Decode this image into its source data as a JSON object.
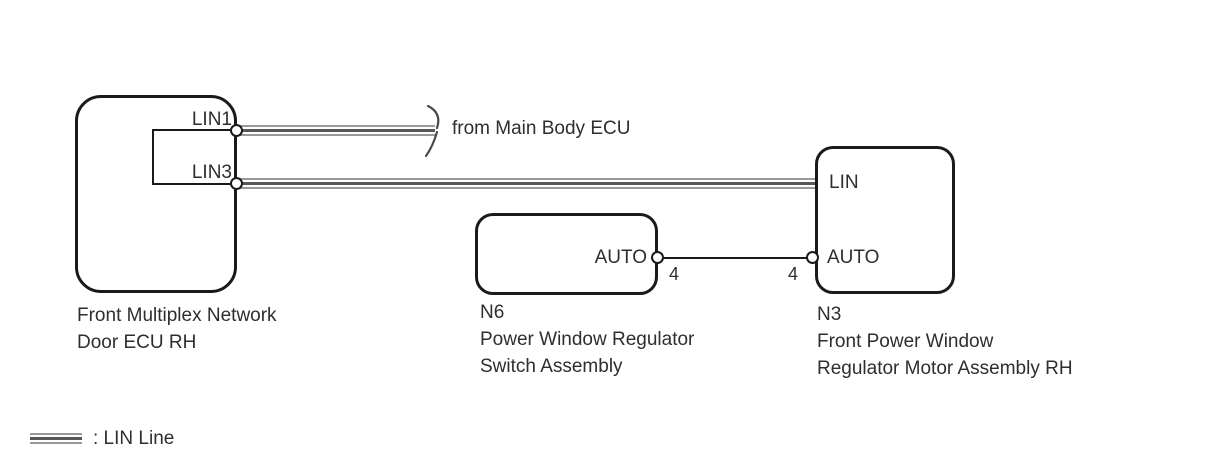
{
  "colors": {
    "ink": "#1a1a1a",
    "text": "#2e2e2e",
    "wire_outer": "#9a9a9a",
    "wire_core": "#585858"
  },
  "components": {
    "door_ecu": {
      "pins": [
        "LIN1",
        "LIN3"
      ],
      "label_lines": [
        "Front Multiplex Network",
        "Door ECU RH"
      ]
    },
    "switch": {
      "pins": [
        "AUTO"
      ],
      "label_lines": [
        "N6",
        "Power Window Regulator",
        "Switch Assembly"
      ]
    },
    "motor": {
      "pins": [
        "LIN",
        "AUTO"
      ],
      "label_lines": [
        "N3",
        "Front Power Window",
        "Regulator Motor Assembly RH"
      ]
    }
  },
  "annotations": {
    "from_main_body_ecu": "from Main Body ECU",
    "switch_auto_pin_number": "4",
    "motor_auto_pin_number": "4"
  },
  "legend": {
    "label": ": LIN Line"
  }
}
